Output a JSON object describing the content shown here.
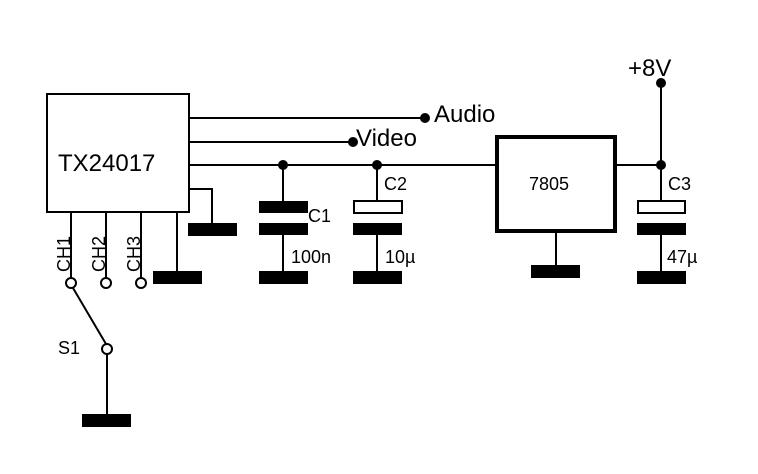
{
  "diagram": {
    "type": "circuit-schematic",
    "components": {
      "transmitter": {
        "label": "TX24017"
      },
      "regulator": {
        "label": "7805"
      },
      "c1": {
        "ref": "C1",
        "value": "100n"
      },
      "c2": {
        "ref": "C2",
        "value": "10µ"
      },
      "c3": {
        "ref": "C3",
        "value": "47µ"
      },
      "switch": {
        "ref": "S1"
      }
    },
    "pins": {
      "ch1": "CH1",
      "ch2": "CH2",
      "ch3": "CH3"
    },
    "nets": {
      "audio": "Audio",
      "video": "Video",
      "supply": "+8V"
    },
    "colors": {
      "ink": "#000000",
      "background": "#ffffff"
    }
  }
}
